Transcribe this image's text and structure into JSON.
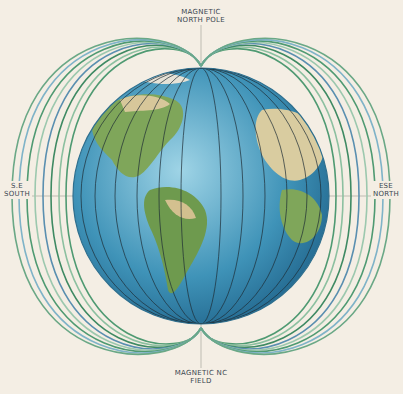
{
  "diagram": {
    "labels": [
      "MAGNETIC NORTH POLE",
      "MAGNETIC NC FIELD",
      "S.E SOUTH",
      "ESE NORTH"
    ]
  }
}
